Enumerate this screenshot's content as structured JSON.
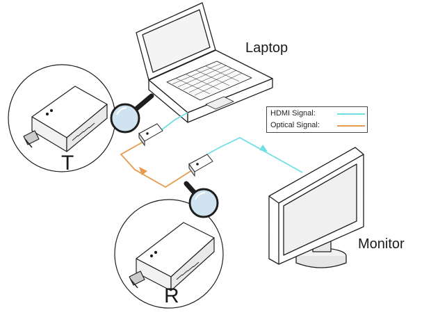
{
  "labels": {
    "laptop": "Laptop",
    "monitor": "Monitor",
    "transmitter": "T",
    "receiver": "R"
  },
  "legend": {
    "hdmi": "HDMI Signal:",
    "optical": "Optical Signal:"
  },
  "colors": {
    "hdmi_line": "#6fe0e3",
    "optical_line": "#e89a4c",
    "outline": "#1e1e1e",
    "lens_fill": "#cfe3f0"
  }
}
